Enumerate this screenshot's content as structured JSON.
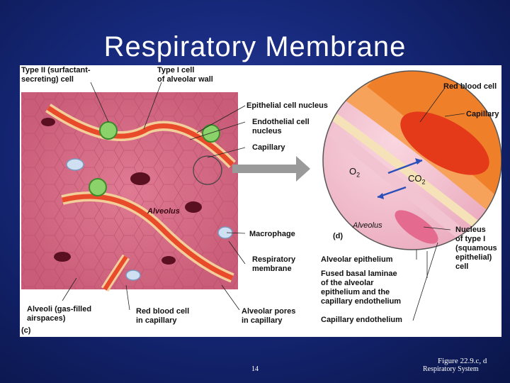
{
  "slide": {
    "title": "Respiratory Membrane",
    "page_number": "14",
    "figure_caption": "Figure 22.9.c, d",
    "course_label": "Respiratory System"
  },
  "figure": {
    "labels": {
      "type2_cell": "Type II (surfactant-\nsecreting) cell",
      "type1_cell": "Type I cell\nof alveolar wall",
      "epithelial_nucleus": "Epithelial cell nucleus",
      "endothelial_nucleus": "Endothelial cell\nnucleus",
      "capillary_left": "Capillary",
      "alveolus_left": "Alveolus",
      "macrophage": "Macrophage",
      "respiratory_membrane": "Respiratory\nmembrane",
      "alveoli_airspaces": "Alveoli (gas-filled\nairspaces)",
      "rbc_in_capillary": "Red blood cell\nin capillary",
      "alveolar_pores": "Alveolar pores\nin capillary",
      "panel_c": "(c)",
      "red_blood_cell": "Red blood cell",
      "capillary_right": "Capillary",
      "o2": "O",
      "o2_sub": "2",
      "co2": "CO",
      "co2_sub": "2",
      "alveolus_right": "Alveolus",
      "panel_d": "(d)",
      "nucleus_type1": "Nucleus\nof type I\n(squamous\nepithelial)\ncell",
      "alveolar_epithelium": "Alveolar epithelium",
      "fused_basal": "Fused basal laminae\nof the alveolar\nepithelium and the\ncapillary endothelium",
      "capillary_endothelium": "Capillary endothelium"
    }
  }
}
